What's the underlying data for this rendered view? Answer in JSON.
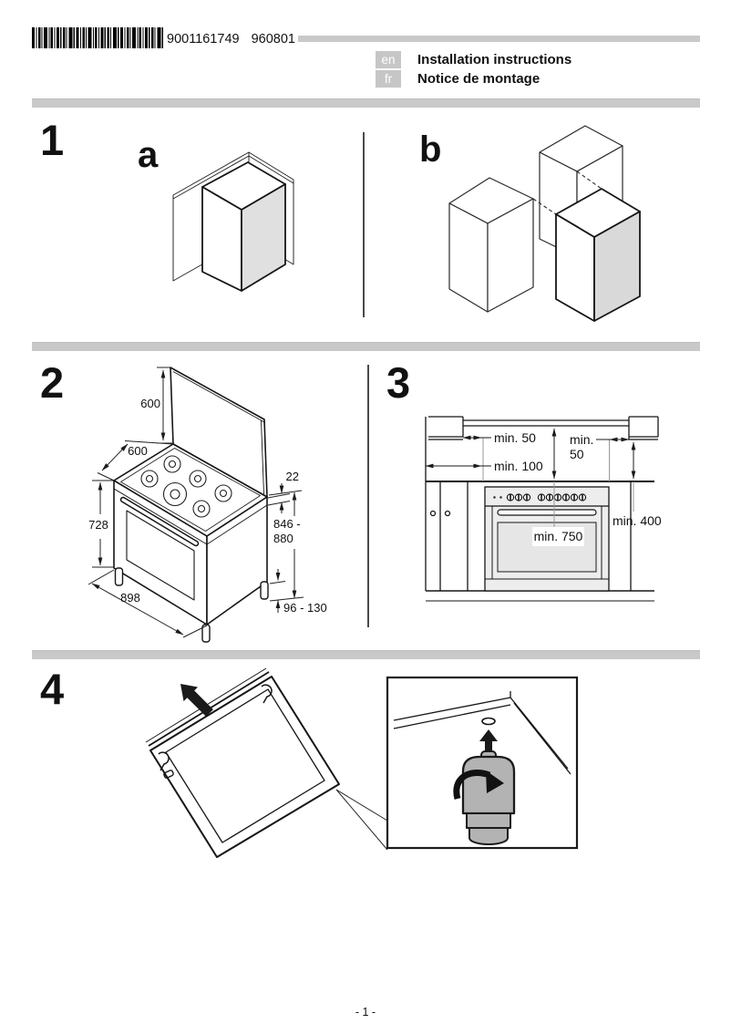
{
  "header": {
    "barcode_number": "9001161749",
    "barcode_code": "960801",
    "languages": [
      {
        "code": "en",
        "title": "Installation instructions"
      },
      {
        "code": "fr",
        "title": "Notice de montage"
      }
    ]
  },
  "figures": {
    "fig1": {
      "number": "1",
      "label_a": "a",
      "label_b": "b"
    },
    "fig2": {
      "number": "2",
      "dims": {
        "lid_height": "600",
        "depth": "600",
        "hob_edge": "22",
        "body_height": "728",
        "total_min": "846 -",
        "total_max": "880",
        "width": "898",
        "feet": "96 - 130"
      }
    },
    "fig3": {
      "number": "3",
      "dims": {
        "left_gap": "min. 50",
        "right_gap_1": "min.",
        "right_gap_2": "50",
        "wall_gap": "min. 100",
        "cupboard_height": "min. 400",
        "hood_clearance": "min. 750"
      }
    },
    "fig4": {
      "number": "4"
    }
  },
  "footer": {
    "page_number": "- 1 -"
  },
  "colors": {
    "divider": "#c9c9c9",
    "badge": "#c6c6c6",
    "shade_light": "#e0e0e0",
    "shade_mid": "#d9d9d9",
    "foot_gray": "#b3b3b3",
    "line": "#1a1a1a"
  }
}
